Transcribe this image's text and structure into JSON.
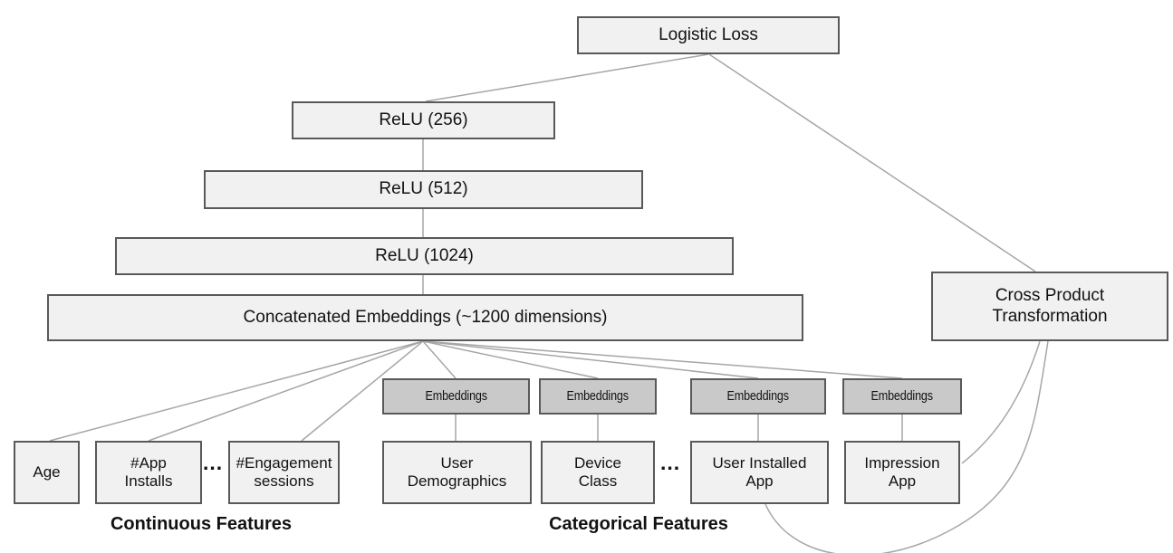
{
  "deep": {
    "logistic_loss": "Logistic Loss",
    "relu_layers": [
      "ReLU (256)",
      "ReLU (512)",
      "ReLU (1024)"
    ],
    "concatenated": "Concatenated Embeddings (~1200 dimensions)",
    "embeddings_label": "Embeddings"
  },
  "wide": {
    "cross_product": "Cross Product\nTransformation"
  },
  "continuous": {
    "section_label": "Continuous Features",
    "ellipsis": "...",
    "items": [
      "Age",
      "#App\nInstalls",
      "#Engagement\nsessions"
    ]
  },
  "categorical": {
    "section_label": "Categorical Features",
    "ellipsis": "...",
    "items": [
      "User\nDemographics",
      "Device\nClass",
      "User Installed\nApp",
      "Impression\nApp"
    ]
  },
  "colors": {
    "node_fill": "#f1f1f2",
    "embedding_fill": "#c9c9ca",
    "node_border": "#58595b",
    "connector": "#a6a6a6"
  }
}
